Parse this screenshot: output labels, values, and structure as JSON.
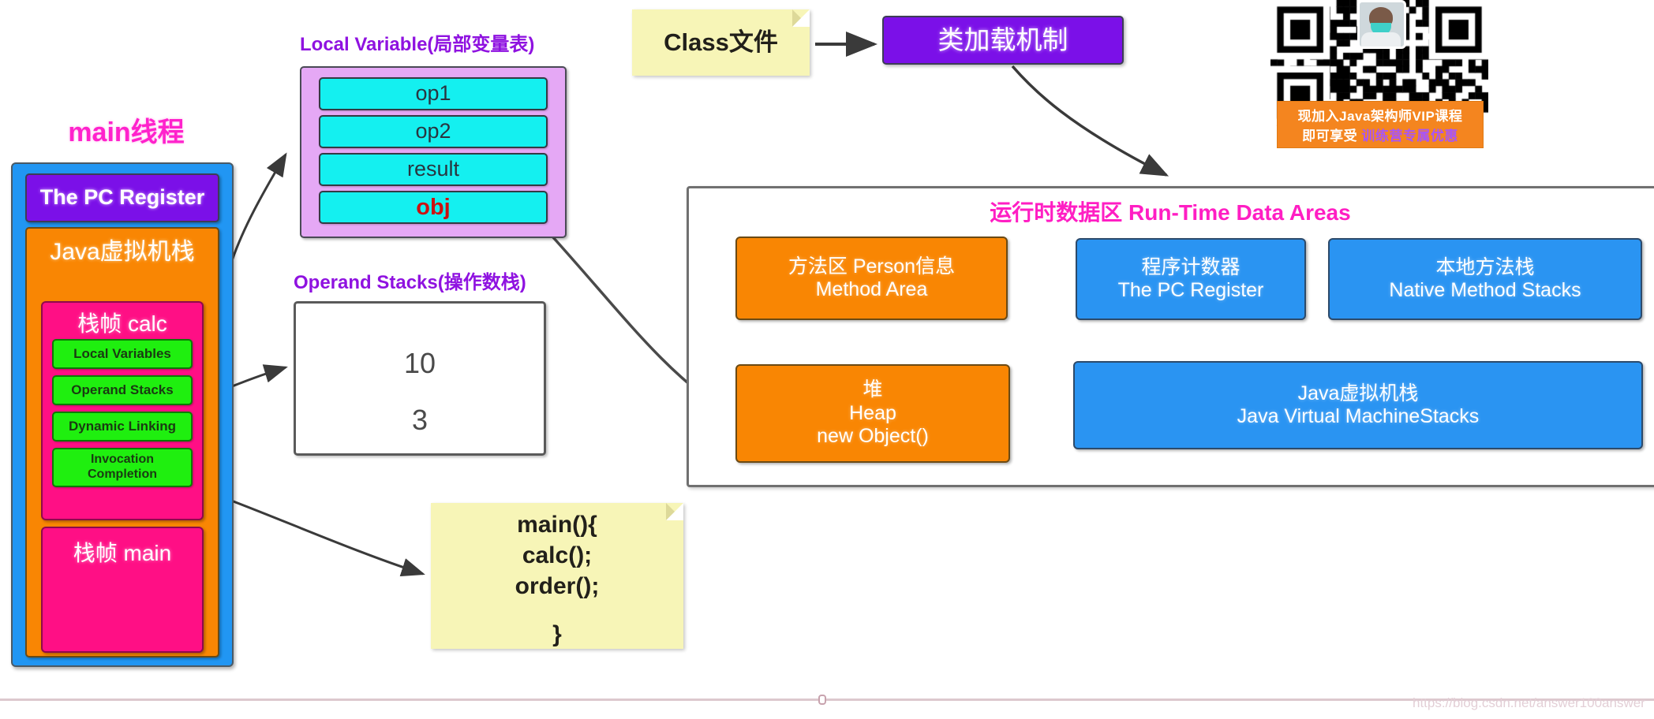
{
  "thread": {
    "title": "main线程",
    "pc_register": "The PC Register",
    "jvm_stack_label": "Java虚拟机栈",
    "frames": [
      {
        "label": "栈帧 calc",
        "items": [
          "Local Variables",
          "Operand Stacks",
          "Dynamic Linking",
          "Invocation\nCompletion"
        ]
      },
      {
        "label": "栈帧 main",
        "items": []
      }
    ]
  },
  "local_variable": {
    "title": "Local Variable(局部变量表)",
    "slots": [
      "op1",
      "op2",
      "result",
      "obj"
    ],
    "accent_slot": "obj"
  },
  "operand_stacks": {
    "title": "Operand Stacks(操作数栈)",
    "values": [
      "10",
      "3"
    ]
  },
  "class_file": {
    "label": "Class文件"
  },
  "class_loader": {
    "label": "类加载机制"
  },
  "code_note": {
    "lines": [
      "main(){",
      "calc();",
      "order();"
    ],
    "closing": "}"
  },
  "runtime_data_areas": {
    "title": "运行时数据区 Run-Time Data Areas",
    "boxes": [
      {
        "name": "method-area",
        "line1": "方法区 Person信息",
        "line2": "Method Area",
        "color": "#f98603"
      },
      {
        "name": "pc-register",
        "line1": "程序计数器",
        "line2": "The PC Register",
        "color": "#2a94f2"
      },
      {
        "name": "native-method-stacks",
        "line1": "本地方法栈",
        "line2": "Native Method Stacks",
        "color": "#2a94f2"
      },
      {
        "name": "heap",
        "line1": "堆",
        "line2": "Heap",
        "line3": "new Object()",
        "color": "#f98603"
      },
      {
        "name": "jvm-stacks",
        "line1": "Java虚拟机栈",
        "line2": "Java Virtual MachineStacks",
        "color": "#2a94f2"
      }
    ]
  },
  "promo": {
    "line1": "现加入Java架构师VIP课程",
    "line2_white": "即可享受",
    "line2_purple": "训练营专属优惠"
  },
  "watermark": {
    "url": "https://blog.csdn.net/answer100answer"
  },
  "colors": {
    "thread_outer": "#2196f3",
    "pc_register": "#7b10e8",
    "jvm_stack": "#f98603",
    "frame": "#ff0f85",
    "frame_item": "#1fef0f",
    "local_variable_box": "#e5a8f5",
    "local_variable_slot": "#14f0f0",
    "sticky": "#f7f5b7",
    "rtda_title": "#ff1ec3",
    "section_title": "#8f12e0",
    "thread_title": "#ff22cc",
    "promo_banner": "#f4851f"
  }
}
